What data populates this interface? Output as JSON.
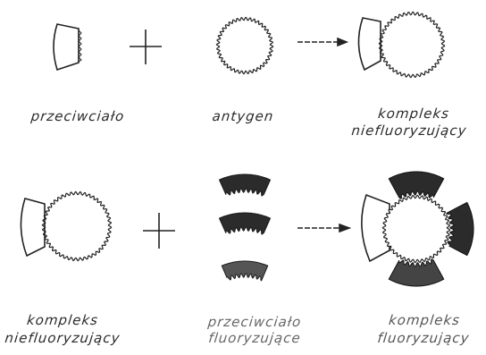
{
  "row1": {
    "antibody": "przeciwciało",
    "antigen": "antygen",
    "complex_line1": "kompleks",
    "complex_line2": "niefluoryzujący"
  },
  "row2": {
    "complex_line1": "kompleks",
    "complex_line2": "niefluoryzujący",
    "fluor_antibody_line1": "przeciwciało",
    "fluor_antibody_line2": "fluoryzujące",
    "fluor_complex_line1": "kompleks",
    "fluor_complex_line2": "fluoryzujący"
  },
  "colors": {
    "ink": "#222222",
    "fill": "#2b2b2b",
    "paper": "#ffffff"
  }
}
